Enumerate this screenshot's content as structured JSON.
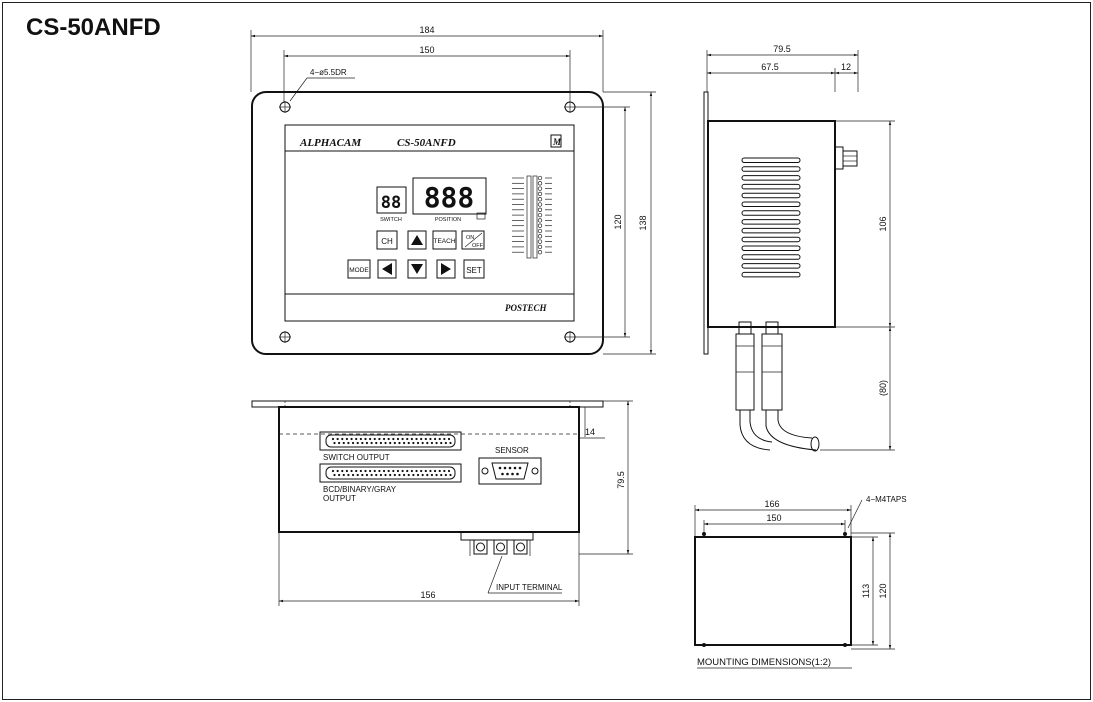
{
  "title": "CS-50ANFD",
  "front_view": {
    "dim_width_outer": "184",
    "dim_width_holes": "150",
    "dim_height_inner": "120",
    "dim_height_outer": "138",
    "hole_note": "4−ø5.5DR",
    "brand": "ALPHACAM",
    "model": "CS-50ANFD",
    "maker": "POSTECH",
    "display_switch": "88",
    "display_position": "888",
    "switch_label": "SWITCH",
    "position_label": "POSITION",
    "keys": {
      "ch": "CH",
      "teach": "TEACH",
      "on": "ON",
      "off": "OFF",
      "mode": "MODE",
      "set": "SET"
    }
  },
  "side_view": {
    "dim_depth_total": "79.5",
    "dim_body": "67.5",
    "dim_connector": "12",
    "dim_height": "106",
    "dim_cable": "(80)"
  },
  "bottom_view": {
    "dim_width": "156",
    "dim_depth": "79.5",
    "dim_flange": "14",
    "switch_output": "SWITCH OUTPUT",
    "bcd_output_line1": "BCD/BINARY/GRAY",
    "bcd_output_line2": "OUTPUT",
    "sensor": "SENSOR",
    "input_terminal": "INPUT TERMINAL"
  },
  "mounting": {
    "dim_width_outer": "166",
    "dim_width_holes": "150",
    "dim_height_inner": "113",
    "dim_height_outer": "120",
    "tap_note": "4−M4TAPS",
    "caption": "MOUNTING DIMENSIONS(1:2)"
  }
}
